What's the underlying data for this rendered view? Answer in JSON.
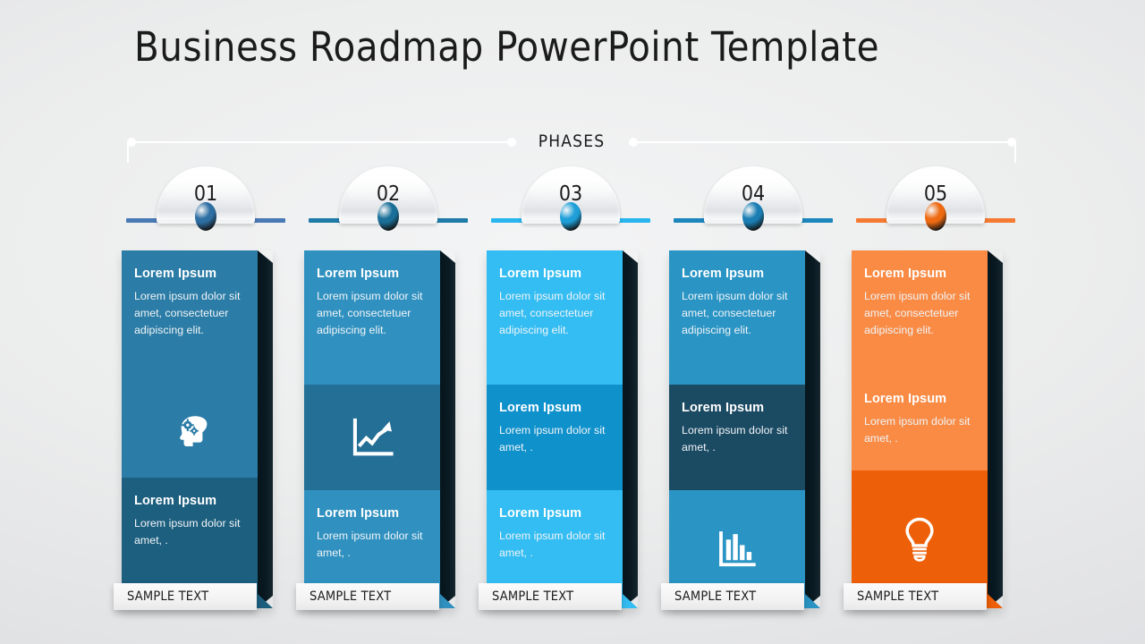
{
  "slide": {
    "title": "Business Roadmap PowerPoint Template",
    "phases_label": "PHASES",
    "background_color": "#eceded"
  },
  "markers": [
    {
      "number": "01",
      "line_color": "#4a7ab5",
      "sphere_color": "#2d6ea3"
    },
    {
      "number": "02",
      "line_color": "#1f7ba8",
      "sphere_color": "#1a7099"
    },
    {
      "number": "03",
      "line_color": "#29b6ef",
      "sphere_color": "#1f9fd8"
    },
    {
      "number": "04",
      "line_color": "#1c86bd",
      "sphere_color": "#1a7eb3"
    },
    {
      "number": "05",
      "line_color": "#f47b31",
      "sphere_color": "#ee6a12"
    }
  ],
  "columns": [
    {
      "footer_label": "SAMPLE TEXT",
      "segments": [
        {
          "bg": "#2b7ca6",
          "height": 148,
          "heading": "Lorem Ipsum",
          "body": "Lorem ipsum dolor sit amet, consectetuer adipiscing elit."
        },
        {
          "bg": "#2b7ca6",
          "height": 106,
          "icon": "head-gears-icon"
        },
        {
          "bg": "#1d5f7f",
          "height": 146,
          "heading": "Lorem Ipsum",
          "body": "Lorem ipsum dolor sit amet, ."
        }
      ]
    },
    {
      "footer_label": "SAMPLE TEXT",
      "segments": [
        {
          "bg": "#3091c0",
          "height": 150,
          "heading": "Lorem Ipsum",
          "body": "Lorem ipsum dolor sit amet, consectetuer adipiscing elit."
        },
        {
          "bg": "#246f96",
          "height": 118,
          "icon": "line-chart-icon"
        },
        {
          "bg": "#3091c0",
          "height": 132,
          "heading": "Lorem Ipsum",
          "body": "Lorem ipsum dolor sit amet, ."
        }
      ]
    },
    {
      "footer_label": "SAMPLE TEXT",
      "segments": [
        {
          "bg": "#33bdf2",
          "height": 150,
          "heading": "Lorem Ipsum",
          "body": "Lorem ipsum dolor sit amet, consectetuer adipiscing elit."
        },
        {
          "bg": "#0f91cc",
          "height": 118,
          "heading": "Lorem Ipsum",
          "body": "Lorem ipsum dolor sit amet, ."
        },
        {
          "bg": "#33bdf2",
          "height": 132,
          "heading": "Lorem Ipsum",
          "body": "Lorem ipsum dolor sit amet, ."
        }
      ]
    },
    {
      "footer_label": "SAMPLE TEXT",
      "segments": [
        {
          "bg": "#2a94c4",
          "height": 150,
          "heading": "Lorem Ipsum",
          "body": "Lorem ipsum dolor sit amet, consectetuer adipiscing elit."
        },
        {
          "bg": "#1b4a63",
          "height": 118,
          "heading": "Lorem Ipsum",
          "body": "Lorem ipsum dolor sit amet, ."
        },
        {
          "bg": "#2a94c4",
          "height": 132,
          "icon": "bar-chart-icon"
        }
      ]
    },
    {
      "footer_label": "SAMPLE TEXT",
      "segments": [
        {
          "bg": "#f98b45",
          "height": 140,
          "heading": "Lorem Ipsum",
          "body": "Lorem ipsum dolor sit amet, consectetuer adipiscing elit."
        },
        {
          "bg": "#f98b45",
          "height": 106,
          "heading": "Lorem Ipsum",
          "body": "Lorem ipsum dolor sit amet, ."
        },
        {
          "bg": "#ed5f08",
          "height": 154,
          "icon": "lightbulb-icon"
        }
      ]
    }
  ]
}
